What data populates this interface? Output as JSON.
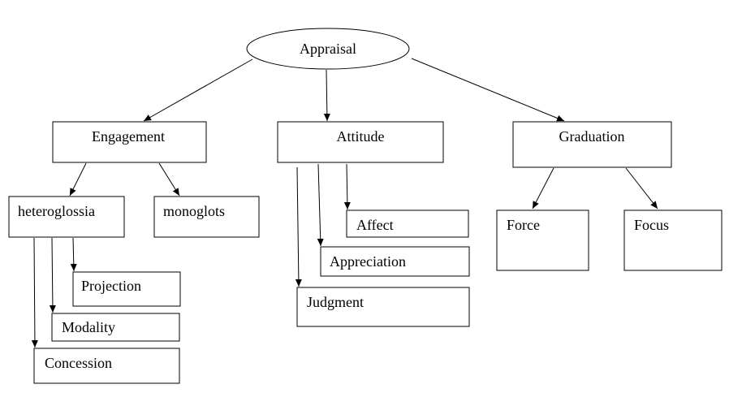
{
  "diagram": {
    "root": {
      "label": "Appraisal"
    },
    "branches": {
      "engagement": {
        "label": "Engagement",
        "children": {
          "heteroglossia": {
            "label": "heteroglossia",
            "children": {
              "projection": {
                "label": "Projection"
              },
              "modality": {
                "label": "Modality"
              },
              "concession": {
                "label": "Concession"
              }
            }
          },
          "monoglots": {
            "label": "monoglots"
          }
        }
      },
      "attitude": {
        "label": "Attitude",
        "children": {
          "affect": {
            "label": "Affect"
          },
          "appreciation": {
            "label": "Appreciation"
          },
          "judgment": {
            "label": "Judgment"
          }
        }
      },
      "graduation": {
        "label": "Graduation",
        "children": {
          "force": {
            "label": "Force"
          },
          "focus": {
            "label": "Focus"
          }
        }
      }
    }
  }
}
